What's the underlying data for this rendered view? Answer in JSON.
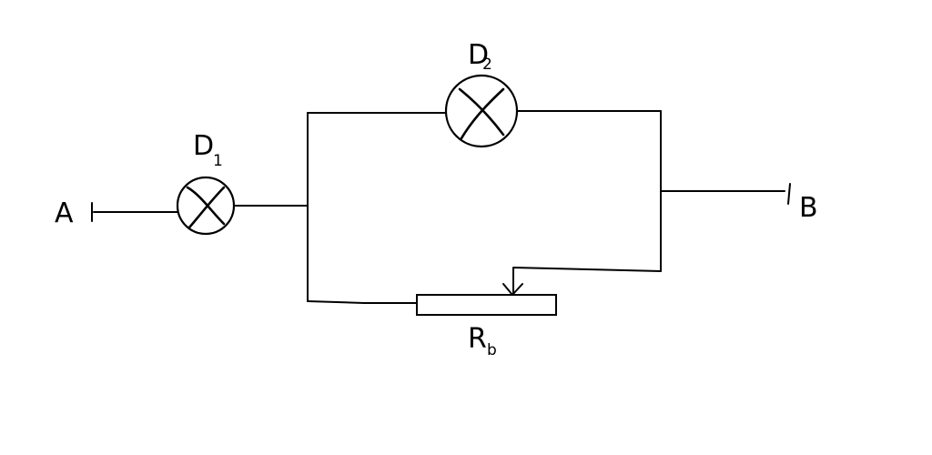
{
  "diagram": {
    "terminal_a": {
      "label": "A"
    },
    "terminal_b": {
      "label": "B"
    },
    "lamp_d1": {
      "label": "D",
      "subscript": "1"
    },
    "lamp_d2": {
      "label": "D",
      "subscript": "2"
    },
    "rheostat": {
      "label": "R",
      "subscript": "b"
    }
  },
  "colors": {
    "ink": "#000000",
    "background": "#ffffff"
  }
}
